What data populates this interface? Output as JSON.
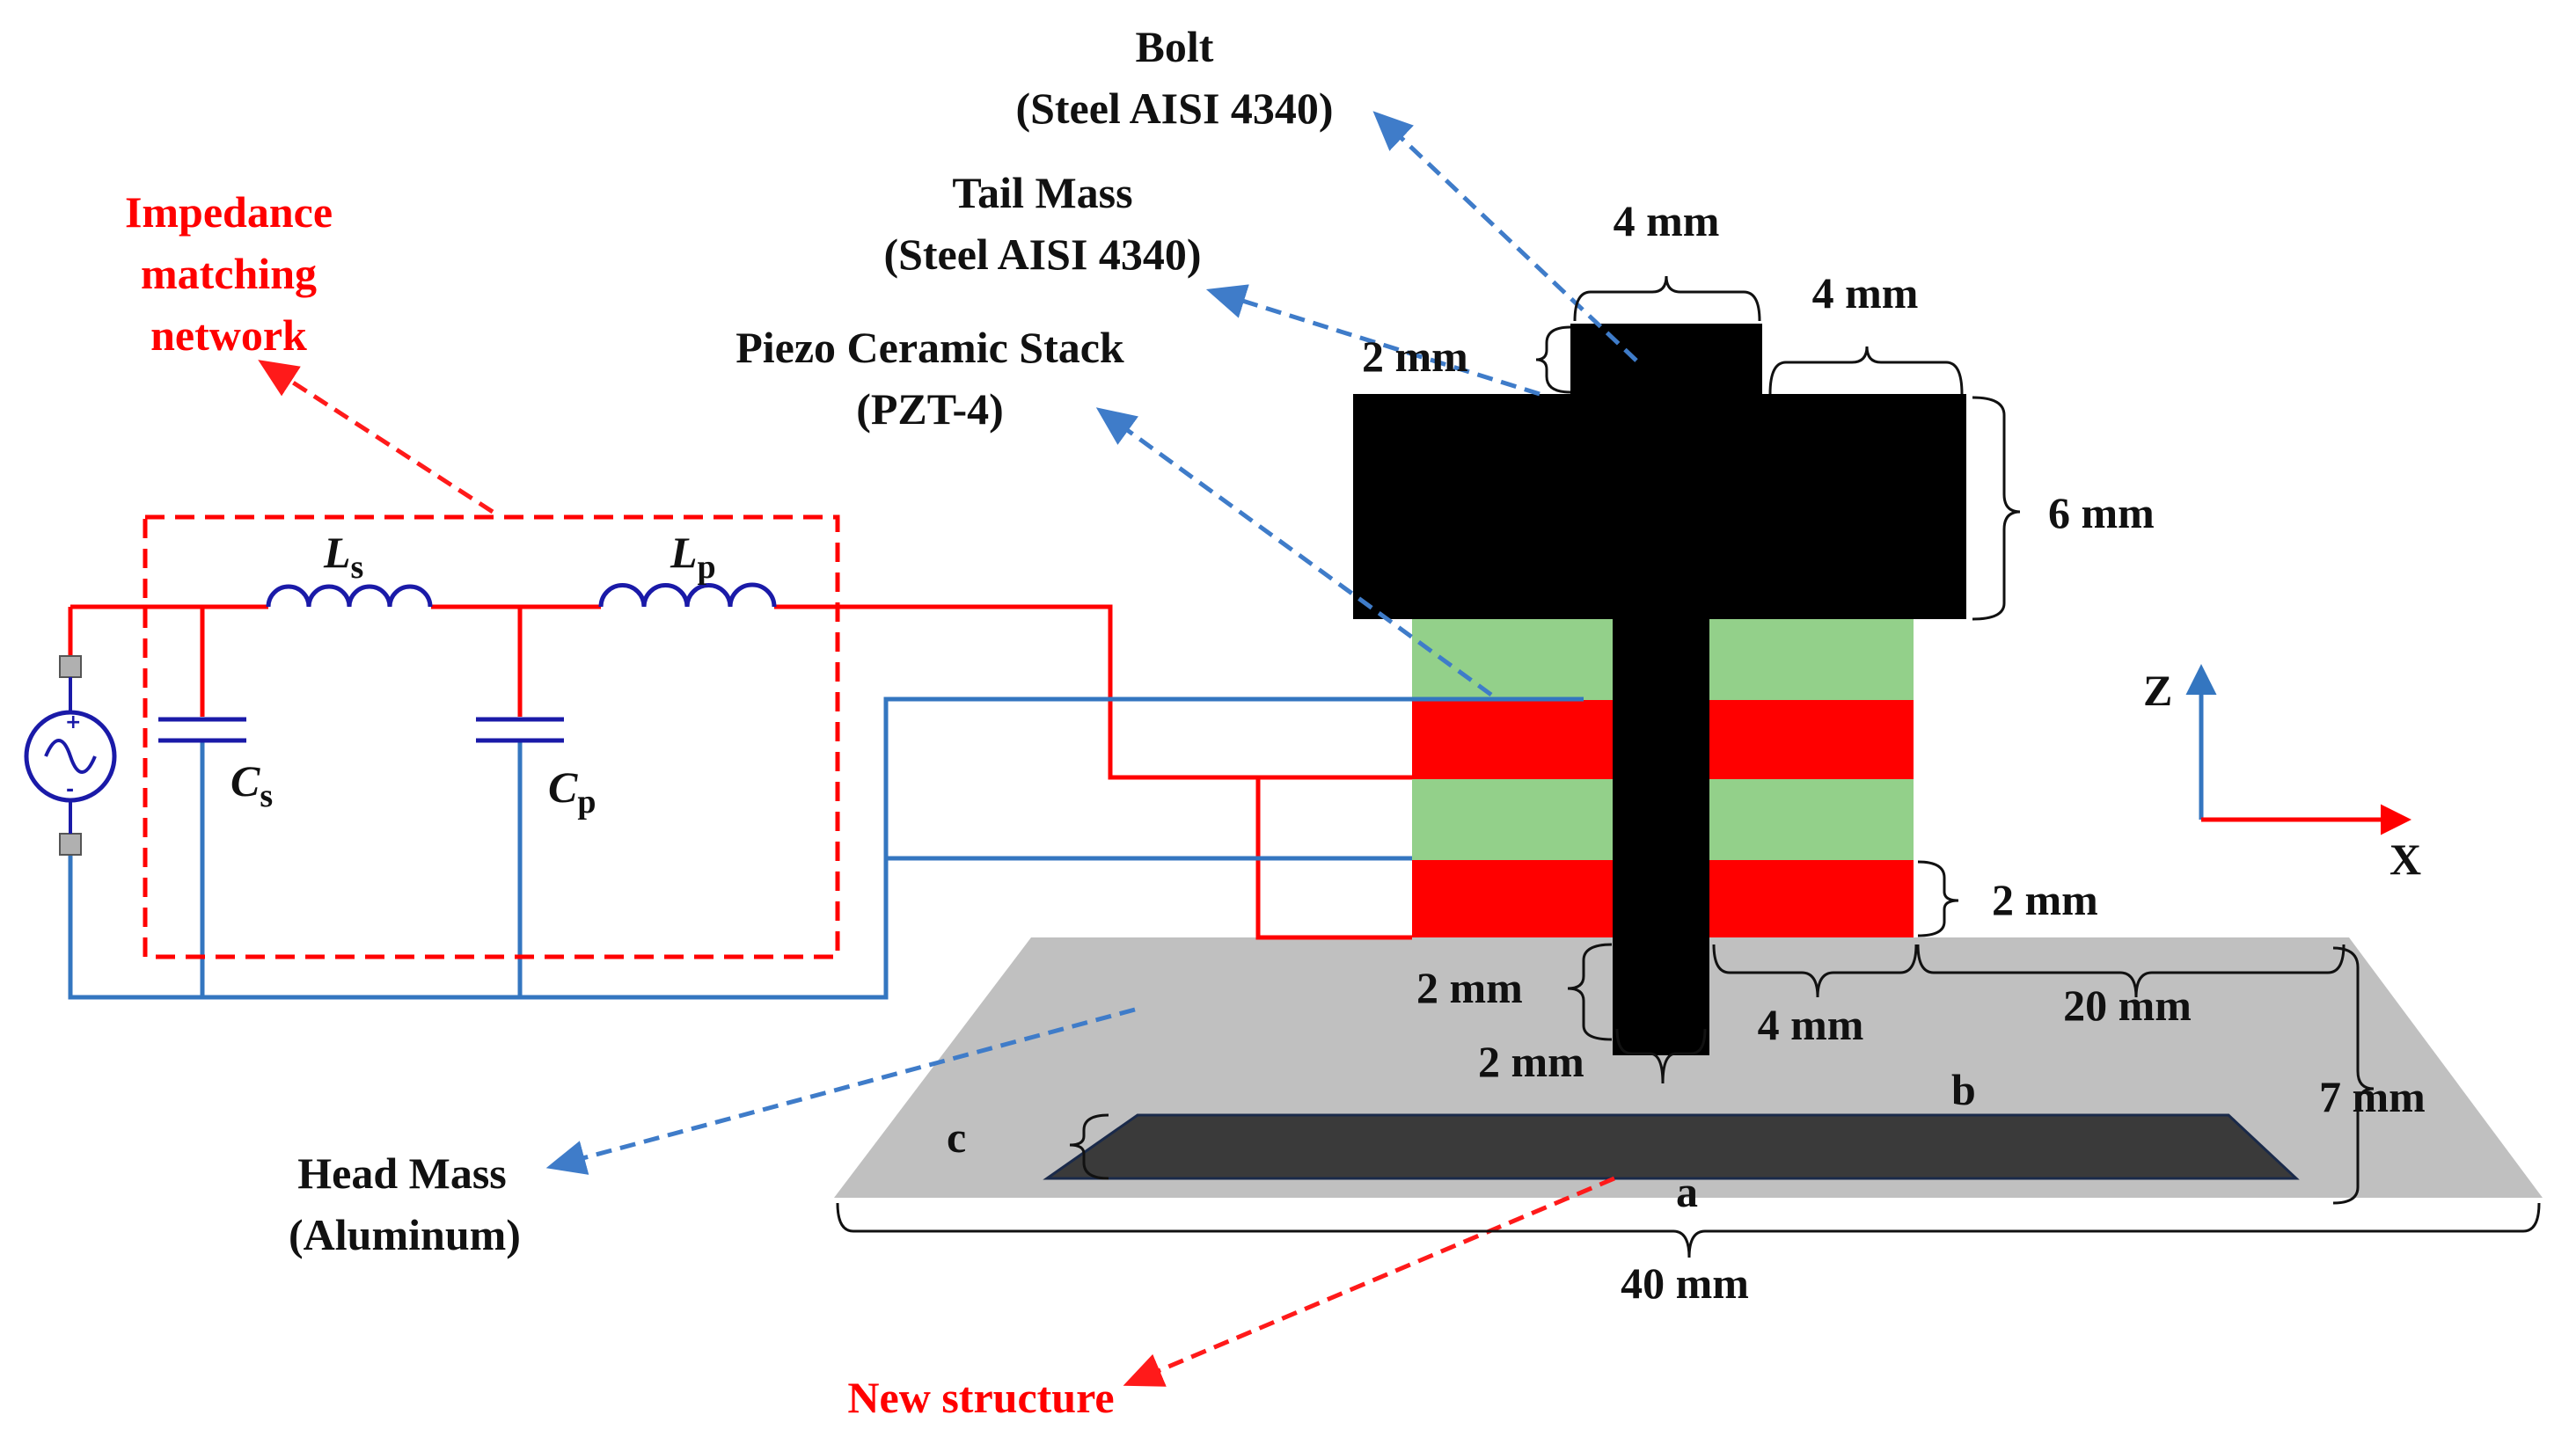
{
  "labels": {
    "bolt_line1": "Bolt",
    "bolt_line2": "(Steel AISI 4340)",
    "tail_line1": "Tail Mass",
    "tail_line2": "(Steel AISI 4340)",
    "piezo_line1": "Piezo Ceramic Stack",
    "piezo_line2": "(PZT-4)",
    "head_line1": "Head Mass",
    "head_line2": "(Aluminum)",
    "imn_line1": "Impedance",
    "imn_line2": "matching",
    "imn_line3": "network",
    "new_structure": "New structure"
  },
  "dimensions": {
    "bolt_width": "4 mm",
    "tail_ledge": "4 mm",
    "bolt_protrusion": "2 mm",
    "tail_height": "6 mm",
    "piezo_layer": "2 mm",
    "bolt_below": "2 mm",
    "bolt_tip": "2 mm",
    "stack_offset": "4 mm",
    "head_offset": "20 mm",
    "head_height": "7 mm",
    "head_width": "40 mm",
    "groove_c": "c",
    "groove_b": "b",
    "groove_a": "a"
  },
  "components": {
    "ls_letter": "L",
    "ls_sub": "s",
    "lp_letter": "L",
    "lp_sub": "p",
    "cs_letter": "C",
    "cs_sub": "s",
    "cp_letter": "C",
    "cp_sub": "p"
  },
  "axes": {
    "z": "Z",
    "x": "X"
  },
  "colors": {
    "bolt": "#000000",
    "piezo_green": "#93d08a",
    "piezo_red": "#ff0000",
    "head_mass": "#c0c0c0",
    "groove": "#3a3a3a",
    "circuit_red": "#ff0000",
    "circuit_blue": "#3476c0",
    "component_blue": "#1a1aa8",
    "leader_blue": "#3f7cc9",
    "leader_red": "#ff1a1a"
  }
}
